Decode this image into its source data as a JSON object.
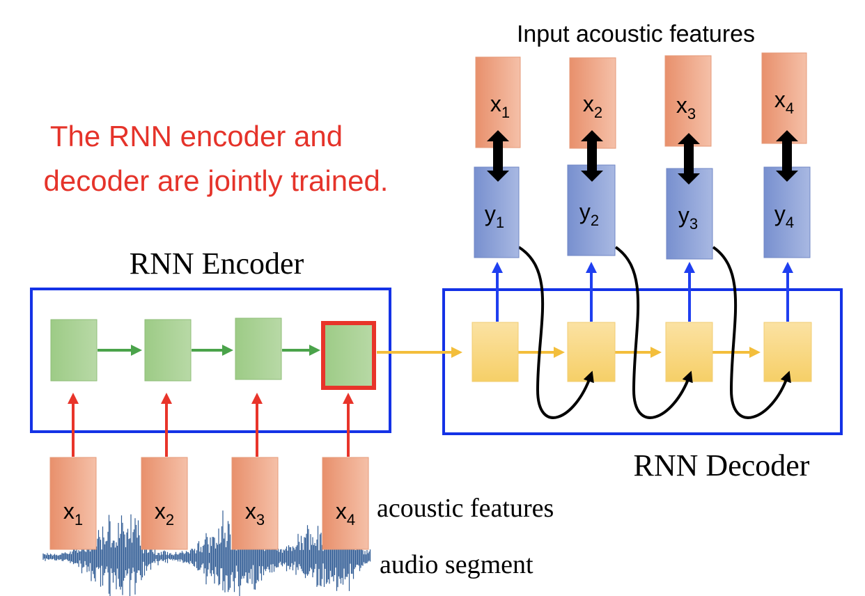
{
  "note": {
    "line1": "The RNN encoder and",
    "line2": "decoder are jointly trained."
  },
  "encoder": {
    "title": "RNN Encoder",
    "inputs": [
      {
        "base": "x",
        "sub": "1"
      },
      {
        "base": "x",
        "sub": "2"
      },
      {
        "base": "x",
        "sub": "3"
      },
      {
        "base": "x",
        "sub": "4"
      }
    ],
    "inputs_label": "acoustic features",
    "audio_label": "audio segment"
  },
  "decoder": {
    "title": "RNN Decoder",
    "outputs": [
      {
        "base": "y",
        "sub": "1"
      },
      {
        "base": "y",
        "sub": "2"
      },
      {
        "base": "y",
        "sub": "3"
      },
      {
        "base": "y",
        "sub": "4"
      }
    ],
    "targets_title": "Input acoustic features",
    "targets": [
      {
        "base": "x",
        "sub": "1"
      },
      {
        "base": "x",
        "sub": "2"
      },
      {
        "base": "x",
        "sub": "3"
      },
      {
        "base": "x",
        "sub": "4"
      }
    ]
  },
  "colors": {
    "note_red": "#e5332a",
    "frame_blue": "#1432e6",
    "encoder_green": "#92c27c",
    "decoder_yellow": "#f8d77a",
    "feature_salmon": "#eb9e7e",
    "output_blue": "#7f97d1",
    "arrow_red": "#e8342a",
    "arrow_green": "#4aa34a",
    "arrow_yellow": "#f3be3b",
    "arrow_blue": "#1f3ff0",
    "waveform_blue": "#2f5b94"
  }
}
